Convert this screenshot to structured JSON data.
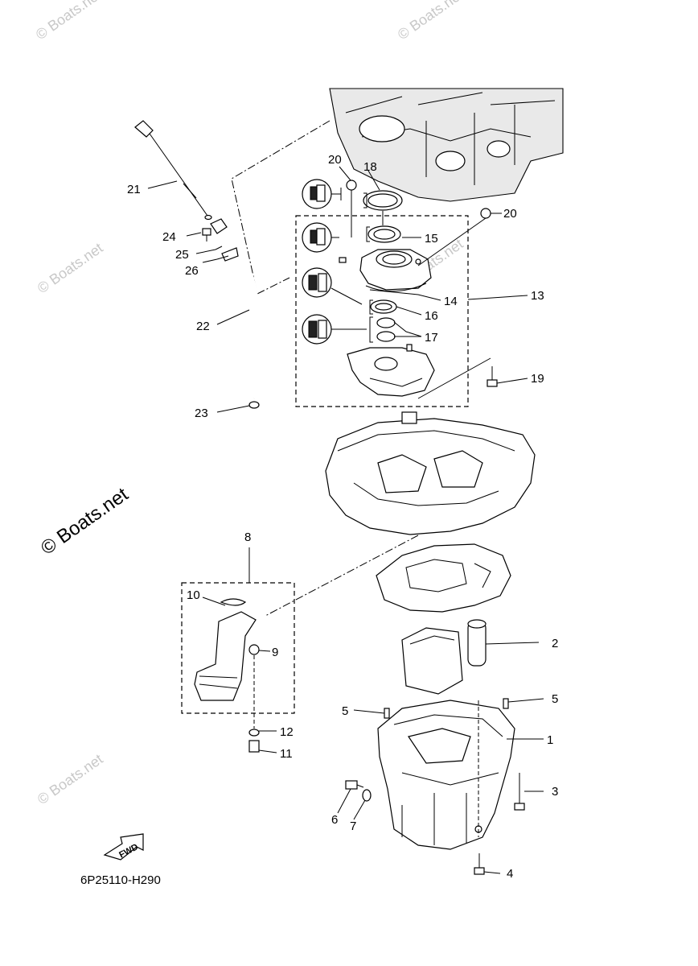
{
  "watermark_text": "© Boats.net",
  "watermark_main": "© Boats.net",
  "diagram_code": "6P25110-H290",
  "fwd_label": "FWD",
  "callouts": [
    {
      "id": "c1",
      "text": "1"
    },
    {
      "id": "c2",
      "text": "2"
    },
    {
      "id": "c3",
      "text": "3"
    },
    {
      "id": "c4",
      "text": "4"
    },
    {
      "id": "c5a",
      "text": "5"
    },
    {
      "id": "c5b",
      "text": "5"
    },
    {
      "id": "c6",
      "text": "6"
    },
    {
      "id": "c7",
      "text": "7"
    },
    {
      "id": "c8",
      "text": "8"
    },
    {
      "id": "c9",
      "text": "9"
    },
    {
      "id": "c10",
      "text": "10"
    },
    {
      "id": "c11",
      "text": "11"
    },
    {
      "id": "c12",
      "text": "12"
    },
    {
      "id": "c13",
      "text": "13"
    },
    {
      "id": "c14",
      "text": "14"
    },
    {
      "id": "c15",
      "text": "15"
    },
    {
      "id": "c16",
      "text": "16"
    },
    {
      "id": "c17",
      "text": "17"
    },
    {
      "id": "c18",
      "text": "18"
    },
    {
      "id": "c19",
      "text": "19"
    },
    {
      "id": "c20a",
      "text": "20"
    },
    {
      "id": "c20b",
      "text": "20"
    },
    {
      "id": "c21",
      "text": "21"
    },
    {
      "id": "c22",
      "text": "22"
    },
    {
      "id": "c23",
      "text": "23"
    },
    {
      "id": "c24",
      "text": "24"
    },
    {
      "id": "c25",
      "text": "25"
    },
    {
      "id": "c26",
      "text": "26"
    }
  ],
  "icon_names": [
    "grease-icon",
    "oil-icon",
    "fwd-arrow-icon"
  ]
}
